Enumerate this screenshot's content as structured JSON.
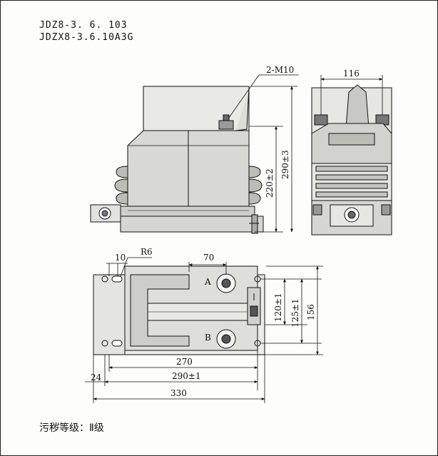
{
  "model_lines": [
    "JDZ8-3. 6. 103",
    "JDZX8-3.6.10A3G"
  ],
  "front_view": {
    "bolt_label": "2-M10",
    "dim_220": "220±2",
    "dim_290_height": "290±3"
  },
  "side_view": {
    "dim_116": "116"
  },
  "plan_view": {
    "dim_10": "10",
    "dim_R6": "R6",
    "dim_70": "70",
    "terminal_a": "A",
    "terminal_b": "B",
    "dim_120": "120±1",
    "dim_125": "125±1",
    "dim_156": "156",
    "dim_270": "270",
    "dim_24": "24",
    "dim_290": "290±1",
    "dim_330": "330"
  },
  "footer": {
    "pollution_level": "污秽等级：Ⅱ级"
  }
}
